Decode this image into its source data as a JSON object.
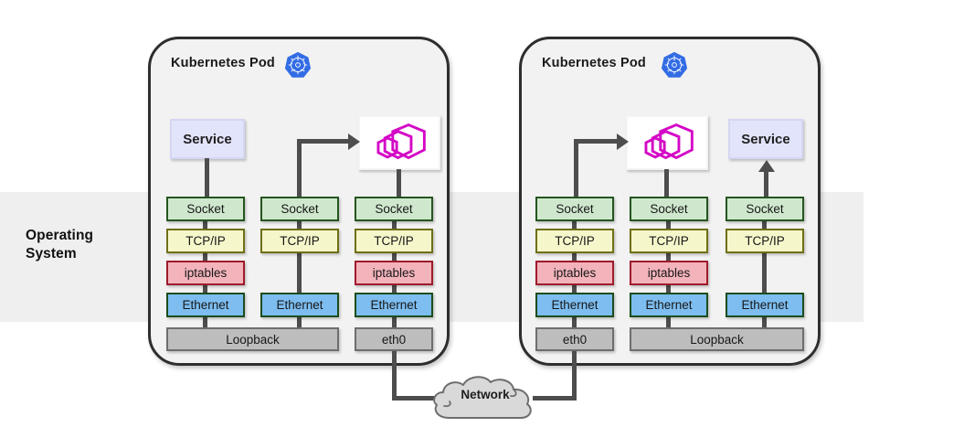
{
  "diagram": {
    "os_label": "Operating\nSystem",
    "os_label_line1": "Operating",
    "os_label_line2": "System",
    "network_cloud_label": "Network",
    "colors": {
      "socket_fill": "#cfe8cd",
      "socket_border": "#25551f",
      "tcpip_fill": "#f6f6cb",
      "tcpip_border": "#6f6f16",
      "iptables_fill": "#f3b3bb",
      "iptables_border": "#9e1b2b",
      "ethernet_fill": "#7dbdf0",
      "ethernet_border": "#1c4d1c",
      "link_fill": "#bdbdbd",
      "service_fill": "#e2e4fb",
      "pod_border": "#2e2e2e",
      "os_band": "#efefef",
      "connector": "#4d4d4d",
      "k8s_blue": "#326ce5",
      "container_magenta": "#d406c6"
    }
  },
  "pods": [
    {
      "title": "Kubernetes Pod",
      "logo": "kubernetes-helm-icon",
      "service_label": "Service",
      "container_icon": "container-hexagons-icon",
      "columns": [
        {
          "socket": "Socket",
          "tcpip": "TCP/IP",
          "iptables": "iptables",
          "ethernet": "Ethernet"
        },
        {
          "socket": "Socket",
          "tcpip": "TCP/IP",
          "iptables": null,
          "ethernet": "Ethernet"
        },
        {
          "socket": "Socket",
          "tcpip": "TCP/IP",
          "iptables": "iptables",
          "ethernet": "Ethernet"
        }
      ],
      "links": [
        {
          "label": "Loopback",
          "spans": [
            0,
            1
          ]
        },
        {
          "label": "eth0",
          "spans": [
            2
          ]
        }
      ]
    },
    {
      "title": "Kubernetes Pod",
      "logo": "kubernetes-helm-icon",
      "service_label": "Service",
      "container_icon": "container-hexagons-icon",
      "columns": [
        {
          "socket": "Socket",
          "tcpip": "TCP/IP",
          "iptables": "iptables",
          "ethernet": "Ethernet"
        },
        {
          "socket": "Socket",
          "tcpip": "TCP/IP",
          "iptables": "iptables",
          "ethernet": "Ethernet"
        },
        {
          "socket": "Socket",
          "tcpip": "TCP/IP",
          "iptables": null,
          "ethernet": "Ethernet"
        }
      ],
      "links": [
        {
          "label": "eth0",
          "spans": [
            0
          ]
        },
        {
          "label": "Loopback",
          "spans": [
            1,
            2
          ]
        }
      ]
    }
  ]
}
